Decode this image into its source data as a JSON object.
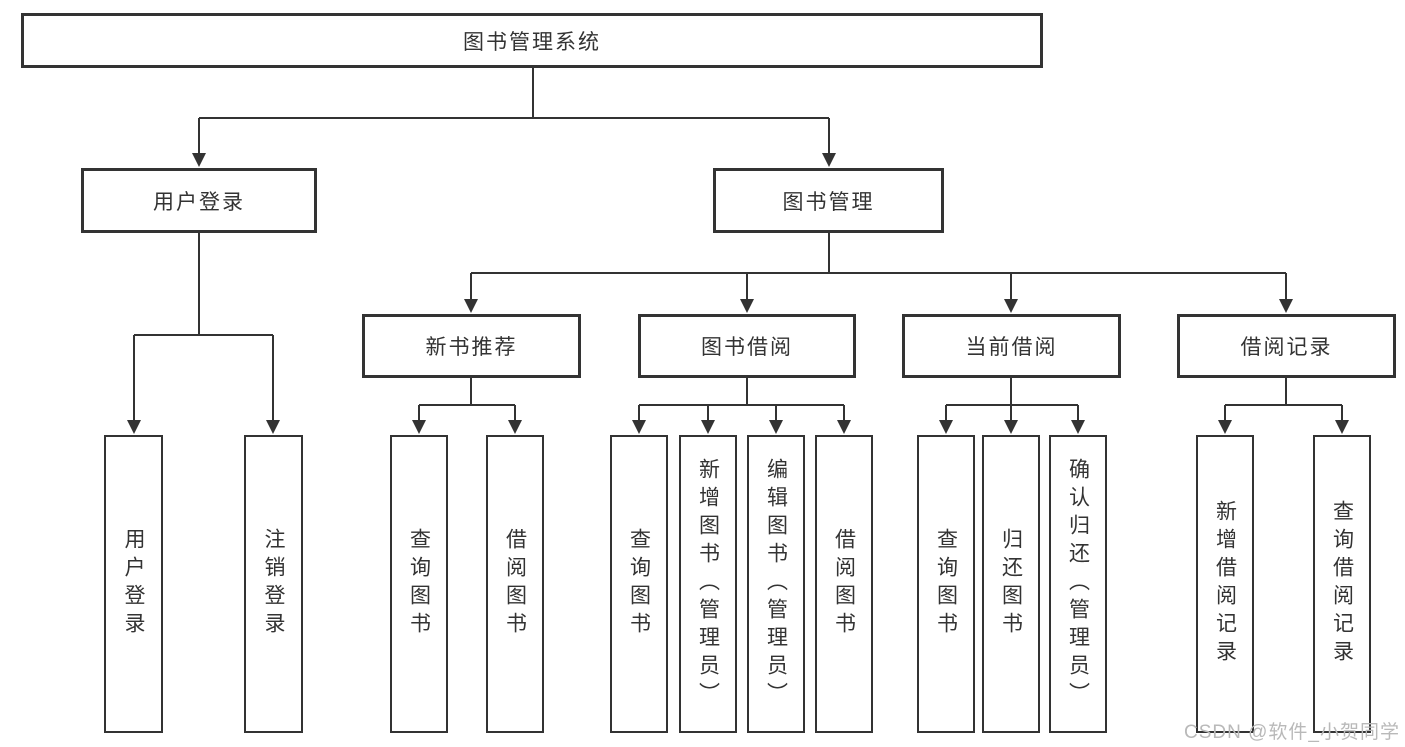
{
  "diagram": {
    "root": "图书管理系统",
    "level2": [
      {
        "label": "用户登录",
        "leaves": [
          "用户登录",
          "注销登录"
        ]
      },
      {
        "label": "图书管理",
        "children": [
          {
            "label": "新书推荐",
            "leaves": [
              "查询图书",
              "借阅图书"
            ]
          },
          {
            "label": "图书借阅",
            "leaves": [
              "查询图书",
              "新增图书（管理员）",
              "编辑图书（管理员）",
              "借阅图书"
            ]
          },
          {
            "label": "当前借阅",
            "leaves": [
              "查询图书",
              "归还图书",
              "确认归还（管理员）"
            ]
          },
          {
            "label": "借阅记录",
            "leaves": [
              "新增借阅记录",
              "查询借阅记录"
            ]
          }
        ]
      }
    ],
    "colors": {
      "line": "#333333",
      "text": "#333333",
      "background": "#ffffff",
      "watermark": "#b9b9b9"
    }
  },
  "watermark": "CSDN @软件_小贺同学"
}
